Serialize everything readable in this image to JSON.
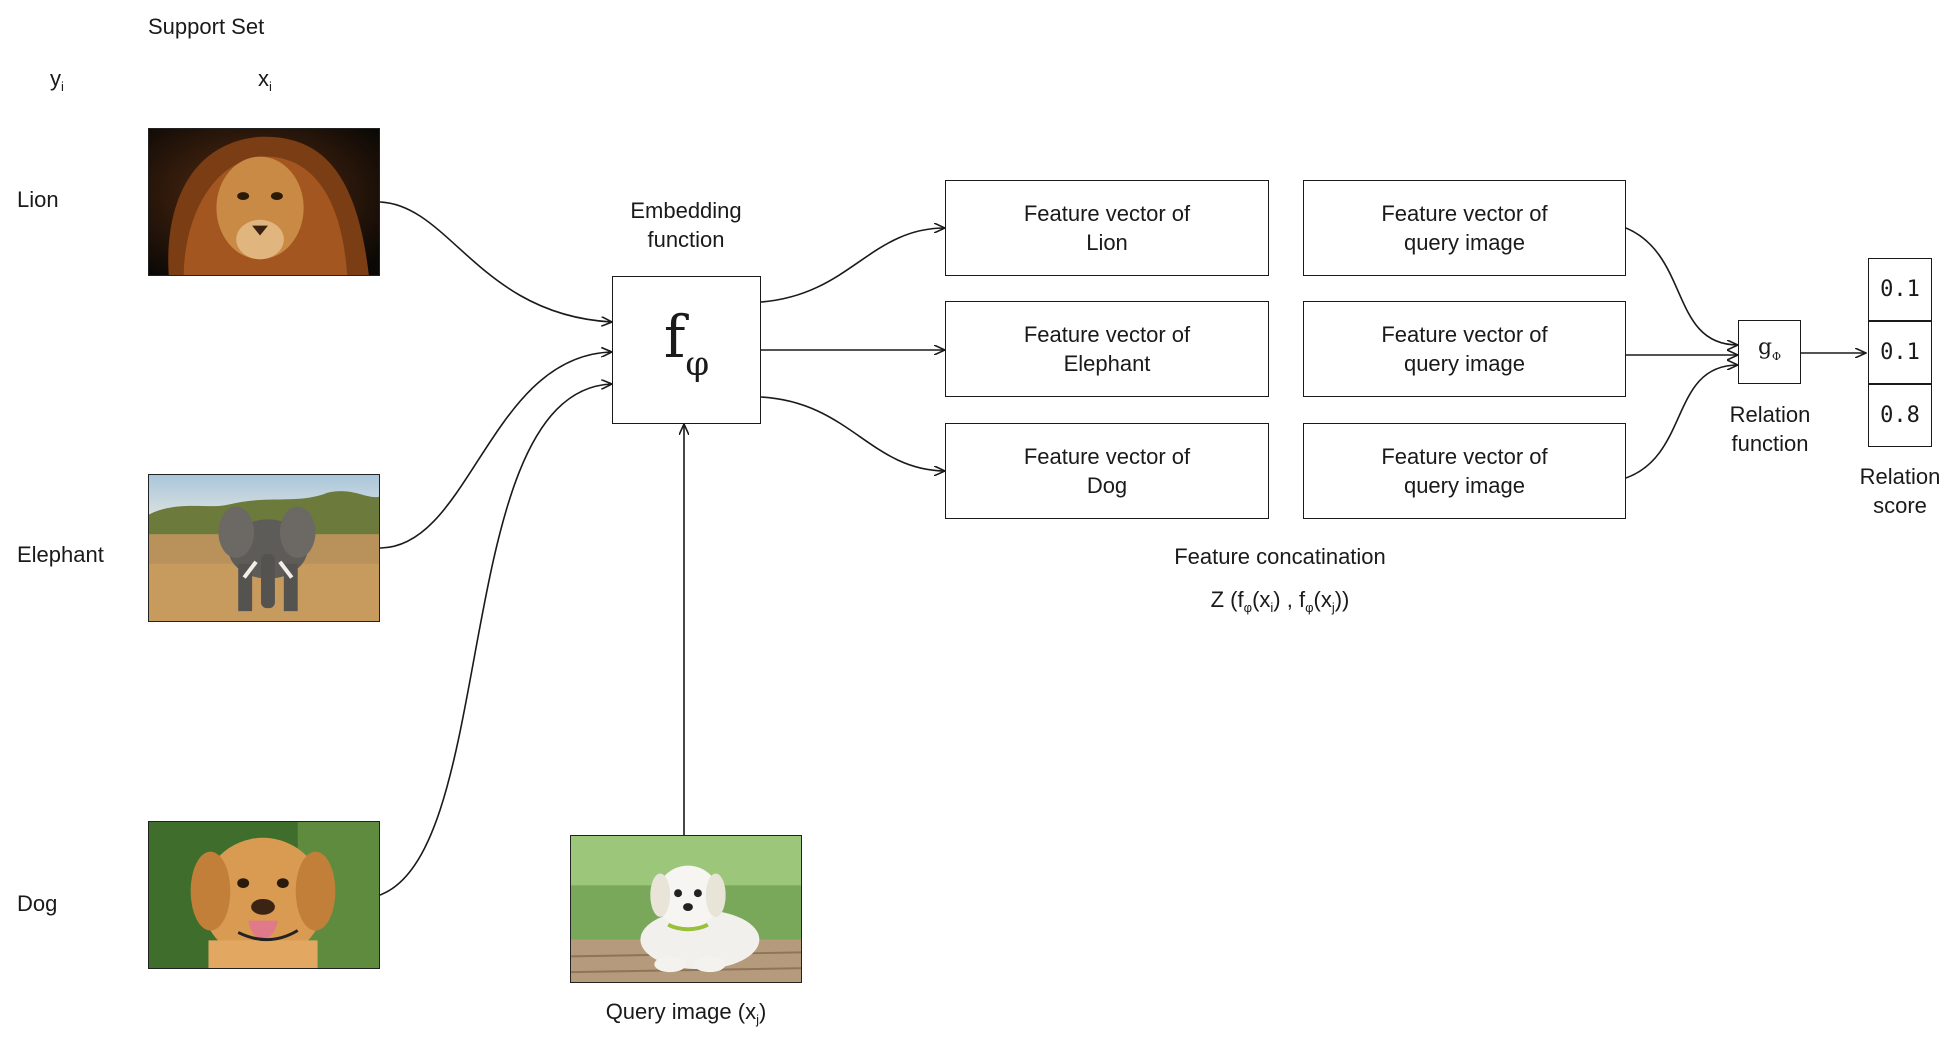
{
  "support_set": {
    "title": "Support Set",
    "label_header": "y",
    "label_header_sub": "i",
    "image_header": "x",
    "image_header_sub": "i",
    "classes": [
      {
        "label": "Lion"
      },
      {
        "label": "Elephant"
      },
      {
        "label": "Dog"
      }
    ]
  },
  "embedding": {
    "caption_line1": "Embedding",
    "caption_line2": "function",
    "symbol": "f",
    "symbol_sub": "φ"
  },
  "query": {
    "caption": "Query image (x",
    "caption_sub": "j",
    "caption_end": ")"
  },
  "features": {
    "left": [
      {
        "line1": "Feature vector of",
        "line2": "Lion"
      },
      {
        "line1": "Feature vector of",
        "line2": "Elephant"
      },
      {
        "line1": "Feature vector of",
        "line2": "Dog"
      }
    ],
    "right": [
      {
        "line1": "Feature vector of",
        "line2": "query image"
      },
      {
        "line1": "Feature vector of",
        "line2": "query image"
      },
      {
        "line1": "Feature vector of",
        "line2": "query image"
      }
    ],
    "concat_title": "Feature concatination",
    "concat_formula": {
      "prefix": "Z (f",
      "phi": "φ",
      "x1": "(x",
      "i": "i",
      "mid": ") , f",
      "x2": "(x",
      "j": "j",
      "end": "))"
    }
  },
  "relation": {
    "symbol": "g",
    "symbol_sub": "Φ",
    "caption_line1": "Relation",
    "caption_line2": "function"
  },
  "scores": {
    "values": [
      "0.1",
      "0.1",
      "0.8"
    ],
    "caption_line1": "Relation",
    "caption_line2": "score"
  }
}
